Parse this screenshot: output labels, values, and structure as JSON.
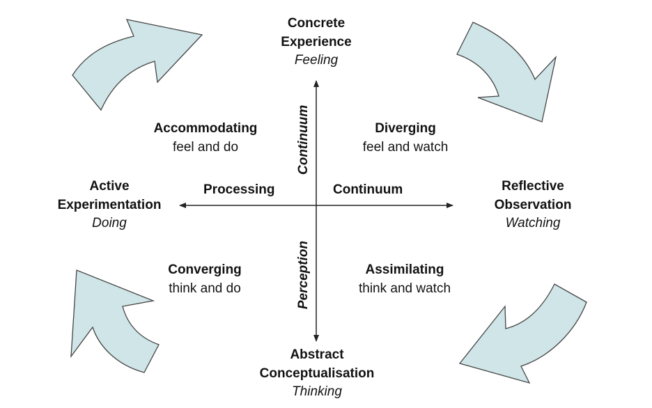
{
  "poles": {
    "top": {
      "title": "Concrete Experience",
      "line1": "Concrete",
      "line2": "Experience",
      "mode": "Feeling"
    },
    "right": {
      "line1": "Reflective",
      "line2": "Observation",
      "mode": "Watching"
    },
    "bottom": {
      "line1": "Abstract",
      "line2": "Conceptualisation",
      "mode": "Thinking"
    },
    "left": {
      "line1": "Active",
      "line2": "Experimentation",
      "mode": "Doing"
    }
  },
  "quadrants": {
    "top_left": {
      "name": "Accommodating",
      "desc": "feel and do"
    },
    "top_right": {
      "name": "Diverging",
      "desc": "feel and watch"
    },
    "bottom_left": {
      "name": "Converging",
      "desc": "think and do"
    },
    "bottom_right": {
      "name": "Assimilating",
      "desc": "think and watch"
    }
  },
  "axes": {
    "horizontal_left": "Processing",
    "horizontal_right": "Continuum",
    "vertical_top": "Continuum",
    "vertical_bottom": "Perception"
  },
  "colors": {
    "arrow_fill": "#cfe5e8",
    "arrow_stroke": "#444444",
    "axis": "#222222"
  }
}
